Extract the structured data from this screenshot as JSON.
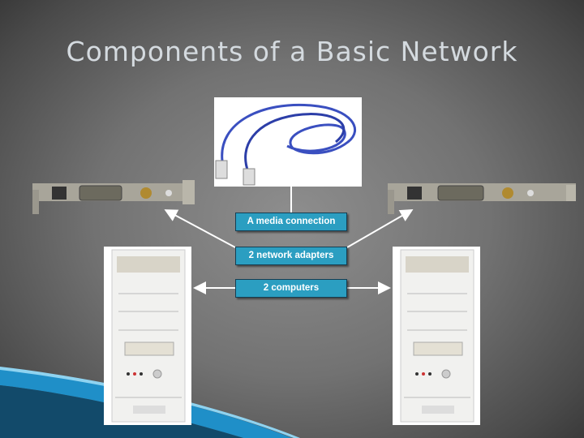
{
  "slide": {
    "title": "Components of a Basic Network"
  },
  "labels": {
    "media": "A media connection",
    "adapters": "2 network adapters",
    "computers": "2 computers"
  },
  "images": {
    "cable": "network-cable-icon",
    "adapter": "network-adapter-card-icon",
    "computer": "computer-tower-icon"
  },
  "colors": {
    "label_fill": "#2b9ec1",
    "label_text": "#ffffff",
    "title": "#d4dadf",
    "cable": "#3a4fc0",
    "swoosh": "#1f8fc8"
  }
}
